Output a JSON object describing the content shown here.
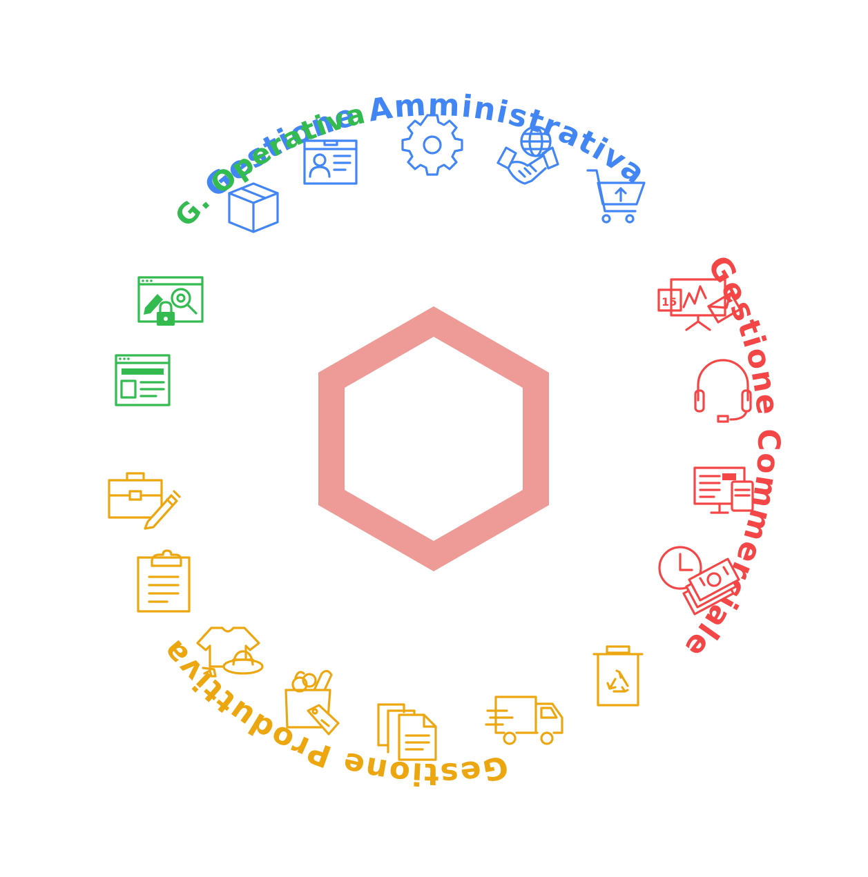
{
  "colors": {
    "amministrativa": "#4285f4",
    "commerciale": "#f44646",
    "produttiva": "#eca60f",
    "operativa": "#33bb4f",
    "hexagon": "#ee9a96"
  },
  "sections": {
    "amministrativa": {
      "label": "Gestione Amministrativa",
      "icons": [
        "box-icon",
        "id-card-icon",
        "gear-icon",
        "handshake-globe-icon",
        "shopping-cart-icon"
      ]
    },
    "commerciale": {
      "label": "Gestione Commerciale",
      "calendar_day": "15",
      "icons": [
        "presentation-calendar-mail-icon",
        "headset-icon",
        "multi-device-icon",
        "clock-money-icon"
      ]
    },
    "produttiva": {
      "label": "Gestione Produttiva",
      "icons": [
        "recycle-bin-icon",
        "delivery-truck-icon",
        "documents-icon",
        "grocery-bag-icon",
        "clothing-icon",
        "clipboard-icon",
        "briefcase-pen-icon"
      ]
    },
    "operativa": {
      "label": "G. Operativa",
      "icons": [
        "web-edit-search-lock-icon",
        "web-form-icon"
      ]
    }
  }
}
